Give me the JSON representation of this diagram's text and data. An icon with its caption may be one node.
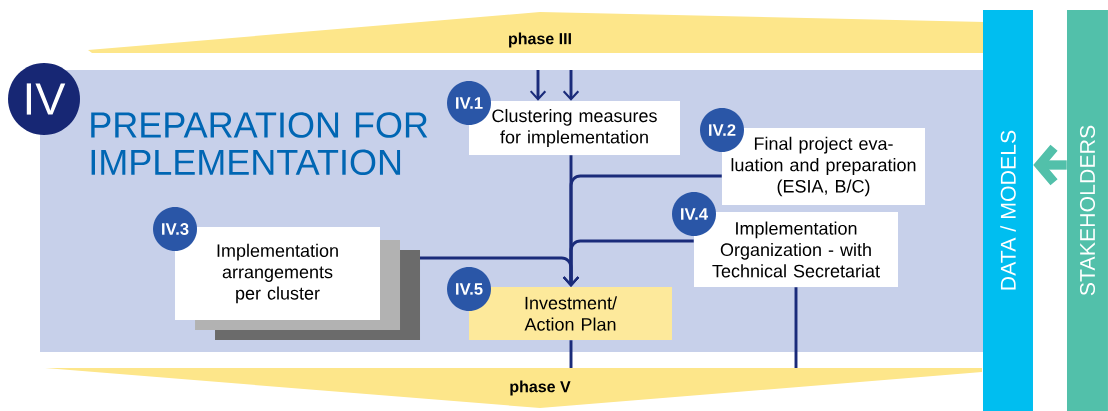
{
  "diagram": {
    "nodes": [
      {
        "text": [
          "phase III"
        ]
      },
      {
        "text": [
          "PREPARATION FOR IMPLEMENTATION"
        ]
      },
      {
        "text": [
          "IV"
        ]
      },
      {
        "text": [
          "IV.1",
          "Clustering measures for implementation"
        ],
        "in": 1
      },
      {
        "text": [
          "IV.2",
          "Final project eva- luation and preparation (ESIA, B/C)"
        ],
        "in": 1
      },
      {
        "text": [
          "IV.3",
          "Implementation arrangements per cluster"
        ],
        "in": 1
      },
      {
        "text": [
          "IV.4",
          "Implementation Organization - with Technical Secretariat"
        ],
        "in": 1
      },
      {
        "text": [
          "IV.5",
          "Investment/ Action Plan"
        ],
        "in": 1
      },
      {
        "text": [
          "phase V"
        ]
      },
      {
        "text": [
          "DATA / MODELS"
        ]
      },
      {
        "text": [
          "STAKEHOLDERS"
        ]
      }
    ],
    "edges": [
      {
        "from": 0,
        "to": 3,
        "arrow": "to"
      },
      {
        "from": 0,
        "to": 3,
        "arrow": "to"
      },
      {
        "from": 3,
        "to": 7,
        "arrow": "to"
      },
      {
        "from": 4,
        "to": 7,
        "arrow": "to"
      },
      {
        "from": 6,
        "to": 7,
        "arrow": "to"
      },
      {
        "from": 5,
        "to": 7,
        "arrow": "to"
      },
      {
        "from": 7,
        "to": 8,
        "arrow": "none"
      },
      {
        "from": 6,
        "to": 8,
        "arrow": "none"
      },
      {
        "from": 10,
        "to": 9,
        "arrow": "to",
        "style": "thick",
        "color": "#52c0aa"
      }
    ]
  }
}
